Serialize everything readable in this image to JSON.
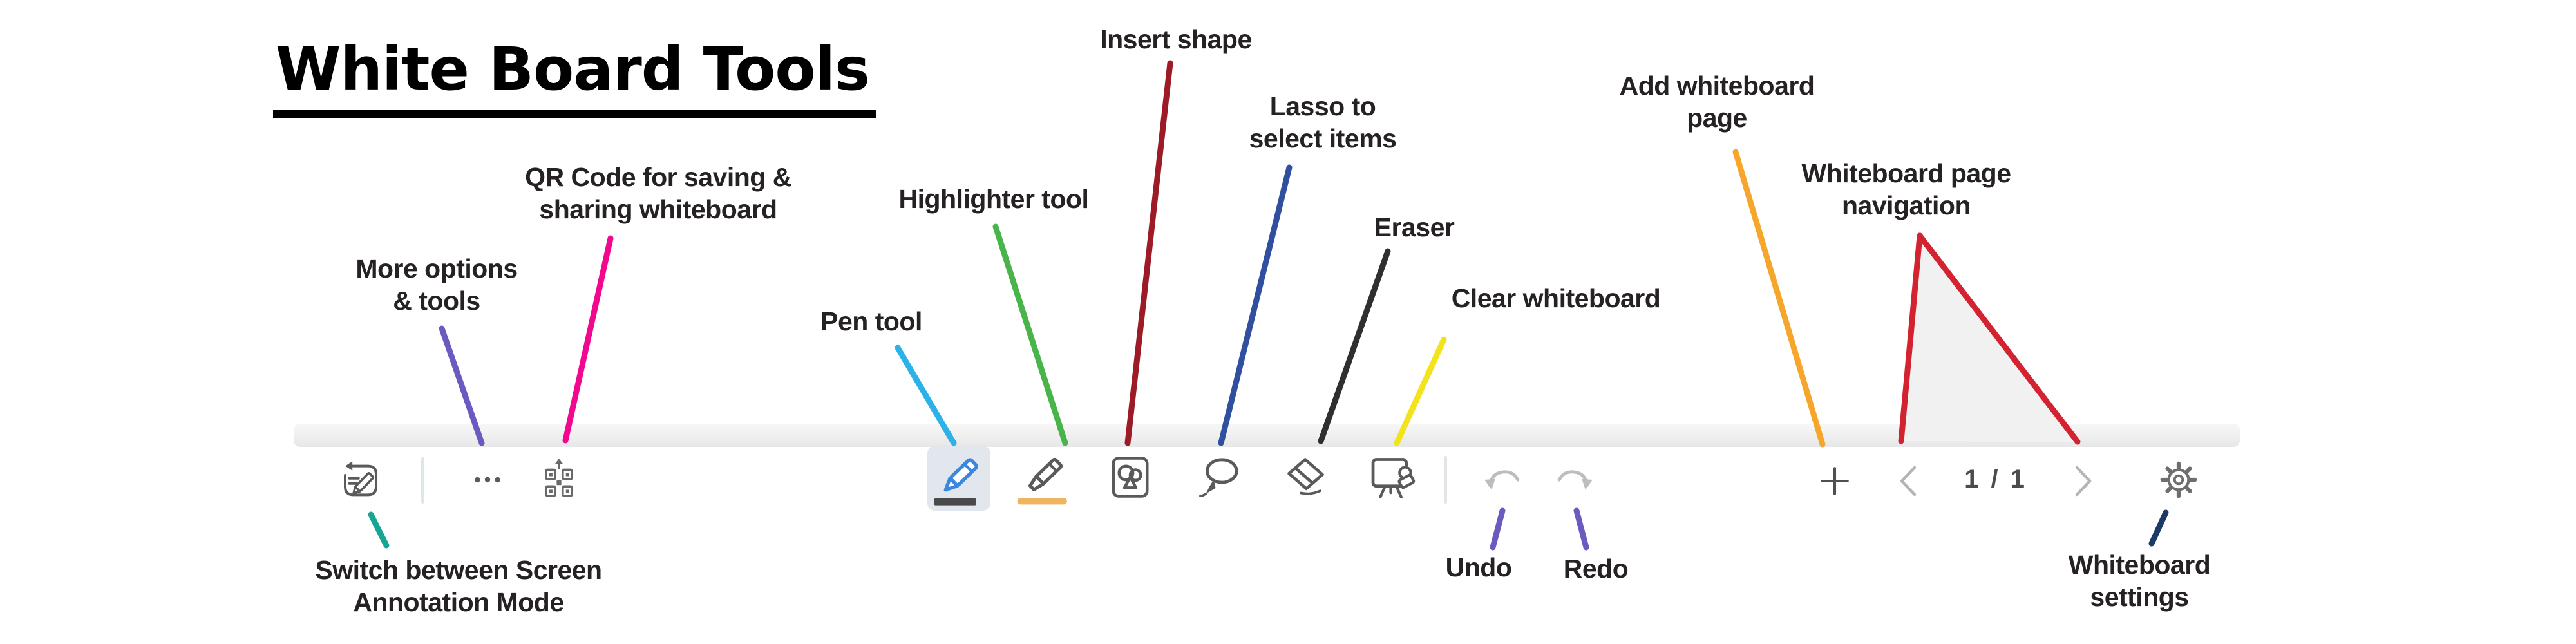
{
  "title": "White Board Tools",
  "annotations": {
    "switch_mode": {
      "label": "Switch between Screen\nAnnotation Mode",
      "line_color": "#17a596"
    },
    "more_options": {
      "label": "More options\n& tools",
      "line_color": "#6a5bc0"
    },
    "qr_code": {
      "label": "QR Code for saving &\nsharing whiteboard",
      "line_color": "#f1088e"
    },
    "pen": {
      "label": "Pen tool",
      "line_color": "#2cb1e8"
    },
    "highlighter": {
      "label": "Highlighter tool",
      "line_color": "#49b449"
    },
    "insert_shape": {
      "label": "Insert shape",
      "line_color": "#9c1b26"
    },
    "lasso": {
      "label": "Lasso to\nselect items",
      "line_color": "#30509f"
    },
    "eraser": {
      "label": "Eraser",
      "line_color": "#2f2f2f"
    },
    "clear": {
      "label": "Clear whiteboard",
      "line_color": "#f2e31c"
    },
    "undo": {
      "label": "Undo",
      "line_color": "#6a5bc0"
    },
    "redo": {
      "label": "Redo",
      "line_color": "#6a5bc0"
    },
    "add_page": {
      "label": "Add whiteboard\npage",
      "line_color": "#f6a62a"
    },
    "page_nav": {
      "label": "Whiteboard page\nnavigation",
      "line_color": "#d42330",
      "triangle_fill": "#f1f1f1"
    },
    "settings": {
      "label": "Whiteboard\nsettings",
      "line_color": "#1d3a66"
    }
  },
  "toolbar": {
    "page_indicator": "1 / 1",
    "selected_tool": "Pen tool",
    "icon_color": "#5a5a5a",
    "disabled_icon_color": "#bdbdbd",
    "pen_accent": "#3b87e0",
    "pen_underline": "#4a4a4a",
    "highlighter_underline": "#f0b35f",
    "selected_bg": "#e2e7ee",
    "items": [
      "switch-annotation-mode",
      "more-options",
      "qr-code-share",
      "pen-tool",
      "highlighter-tool",
      "insert-shape",
      "lasso-select",
      "eraser",
      "clear-whiteboard",
      "undo",
      "redo",
      "add-page",
      "previous-page",
      "page-indicator",
      "next-page",
      "settings"
    ]
  }
}
